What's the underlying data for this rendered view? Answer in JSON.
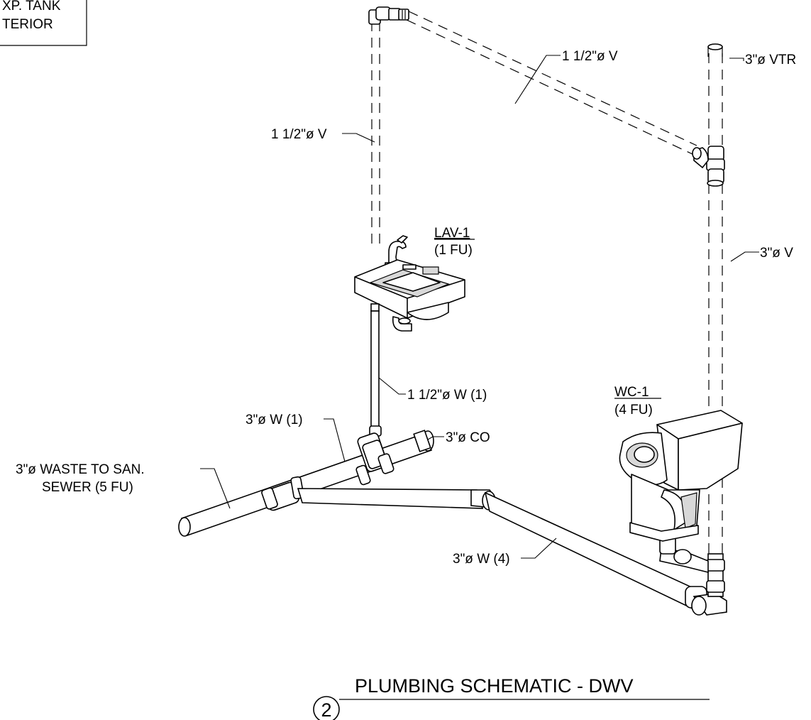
{
  "corner_note": {
    "line1": "XP. TANK",
    "line2": "TERIOR"
  },
  "labels": {
    "vent_top_diag": "1 1/2\"ø V",
    "vtr": "3\"ø VTR",
    "vent_left_riser": "1 1/2\"ø V",
    "vent_right_riser": "3\"ø V",
    "lav_waste": "1 1/2\"ø W (1)",
    "waste_left_branch": "3\"ø W (1)",
    "cleanout": "3\"ø CO",
    "main_waste_line1": "3\"ø WASTE TO SAN.",
    "main_waste_line2": "SEWER (5 FU)",
    "wc_waste": "3\"ø W (4)"
  },
  "fixtures": {
    "lav": {
      "tag": "LAV-1",
      "fu": "(1 FU)"
    },
    "wc": {
      "tag": "WC-1",
      "fu": "(4 FU)"
    }
  },
  "title_block": {
    "number": "2",
    "title": "PLUMBING SCHEMATIC - DWV"
  }
}
